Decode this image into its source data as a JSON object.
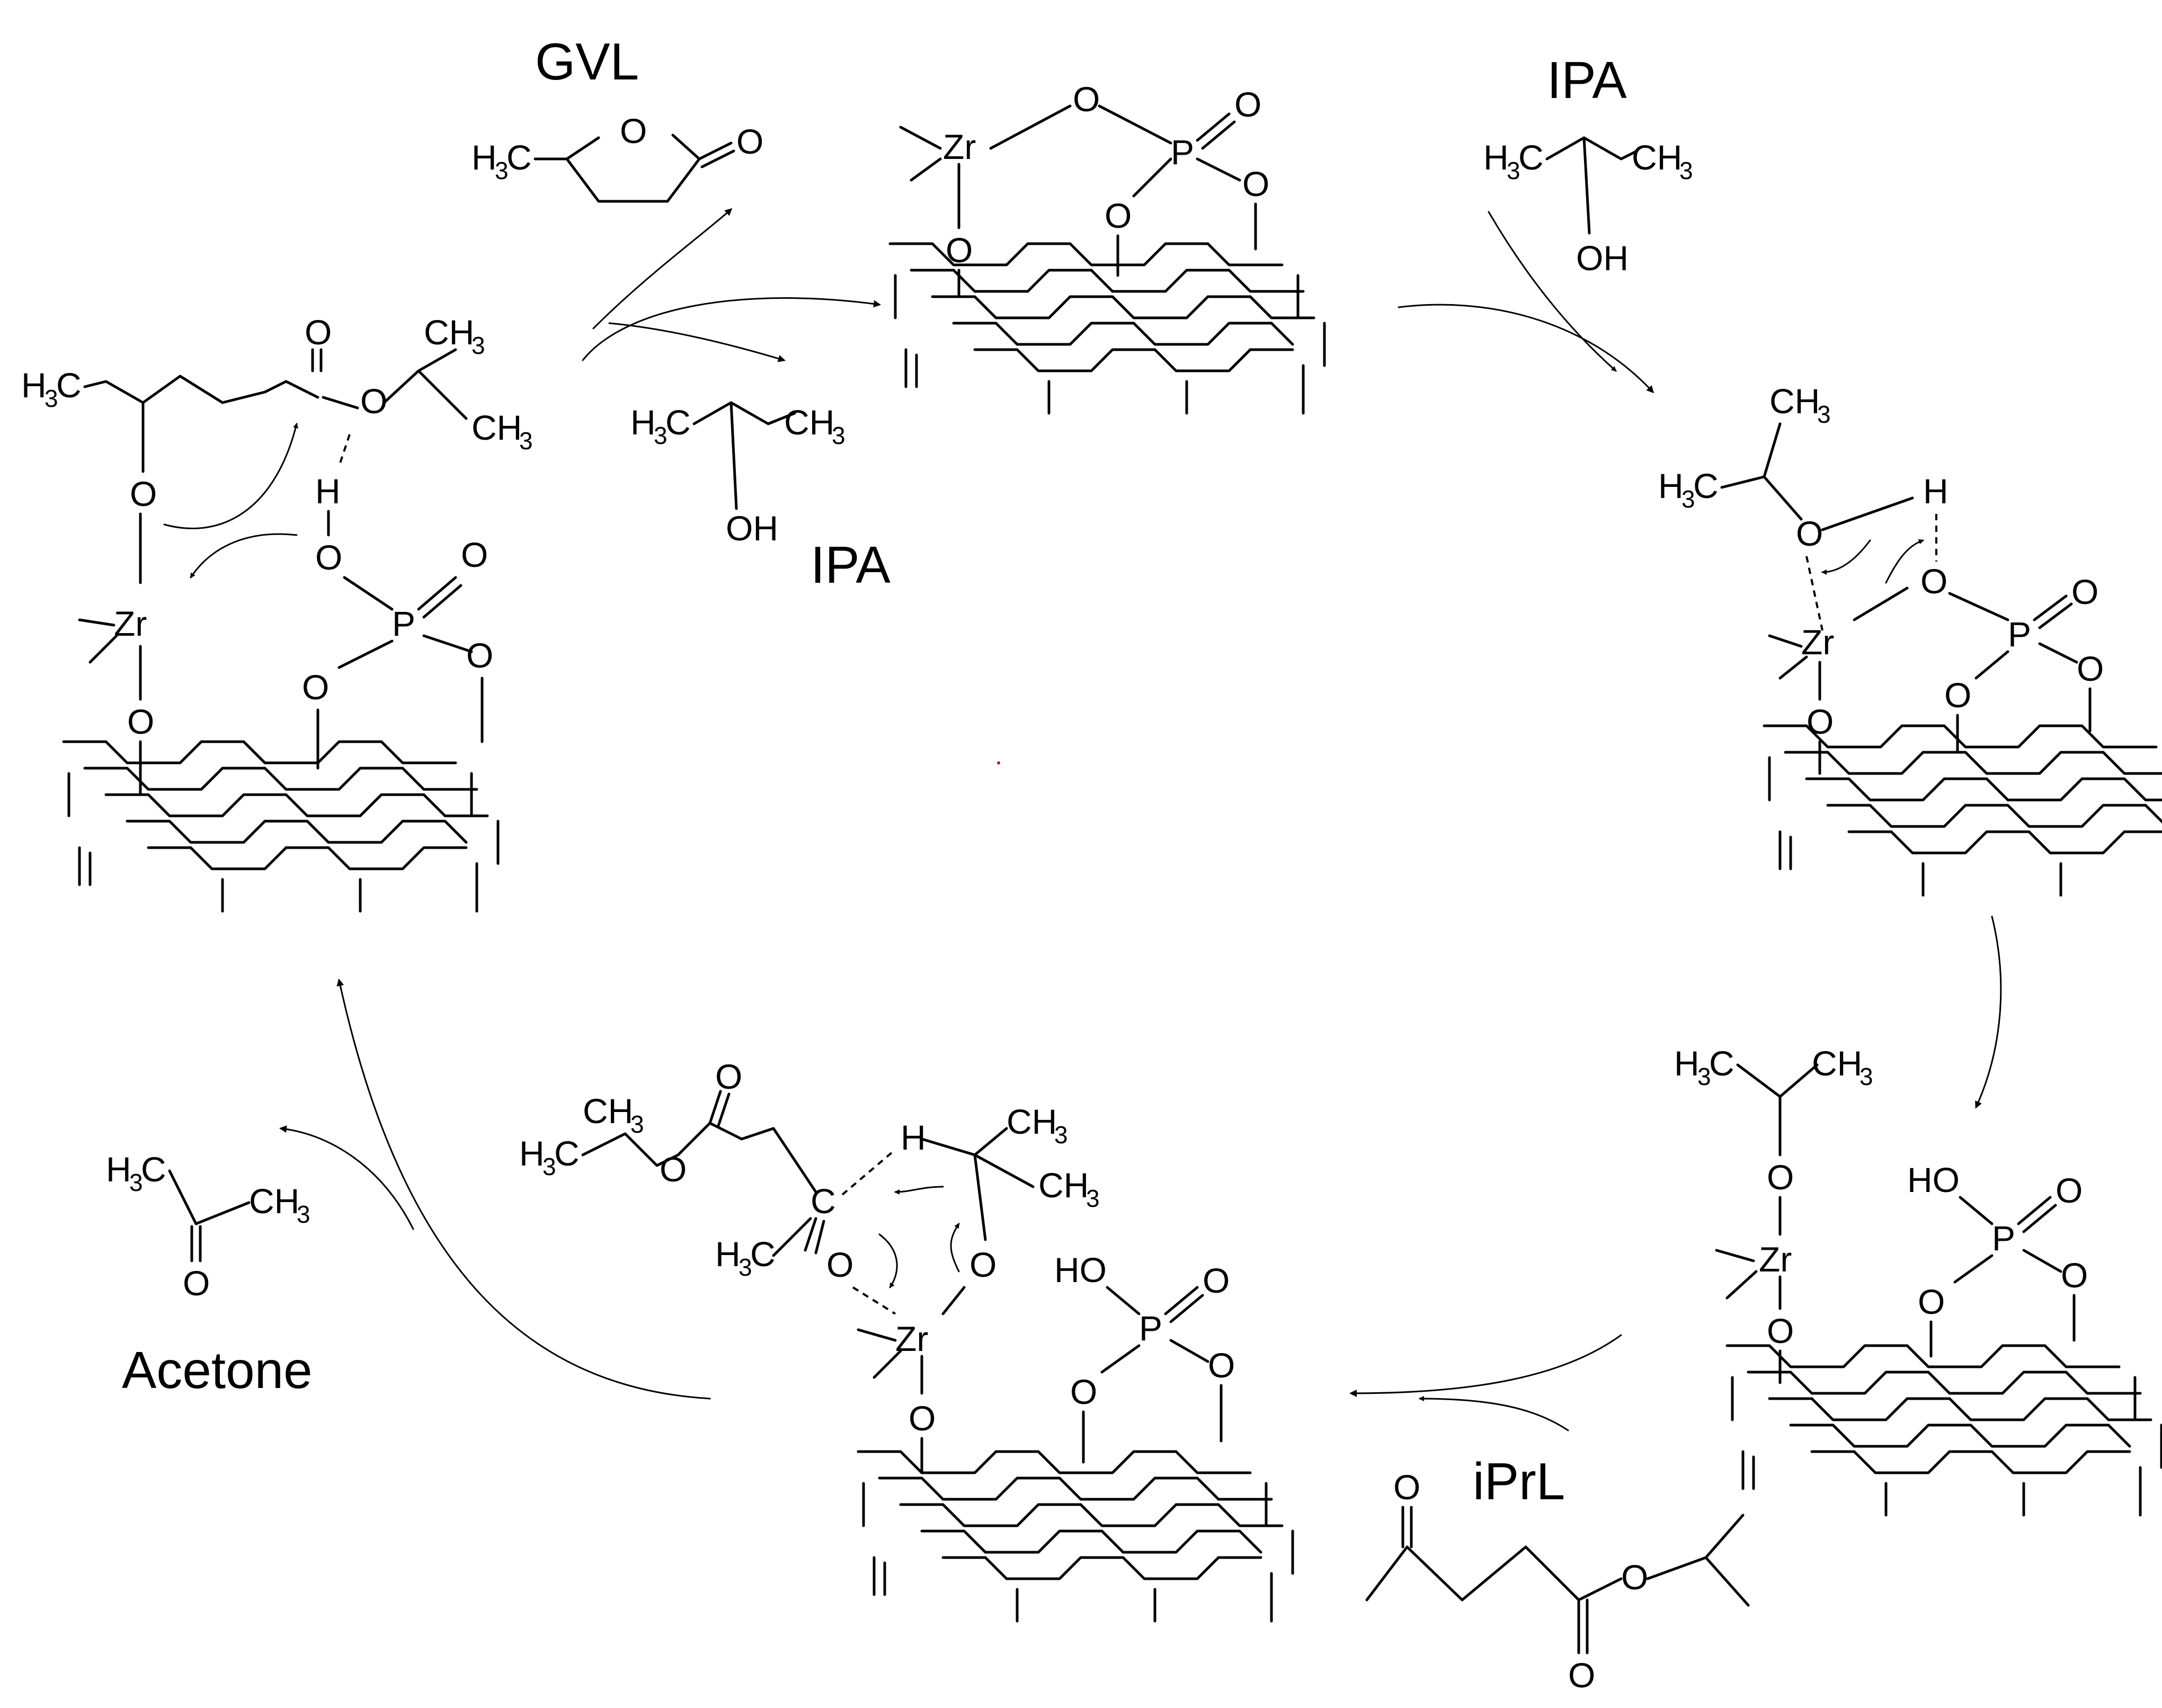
{
  "labels": {
    "gvl": "GVL",
    "ipa_top": "IPA",
    "ipa_mid": "IPA",
    "iprl": "iPrL",
    "acetone": "Acetone"
  },
  "atoms": {
    "zr": "Zr",
    "p": "P",
    "o": "O",
    "h": "H",
    "oh": "OH",
    "ho": "HO",
    "c": "C",
    "ch": "CH",
    "h3c": "H",
    "sub3": "3"
  },
  "colors": {
    "ink": "#000000",
    "background": "#ffffff",
    "speck": "#cc0000"
  }
}
